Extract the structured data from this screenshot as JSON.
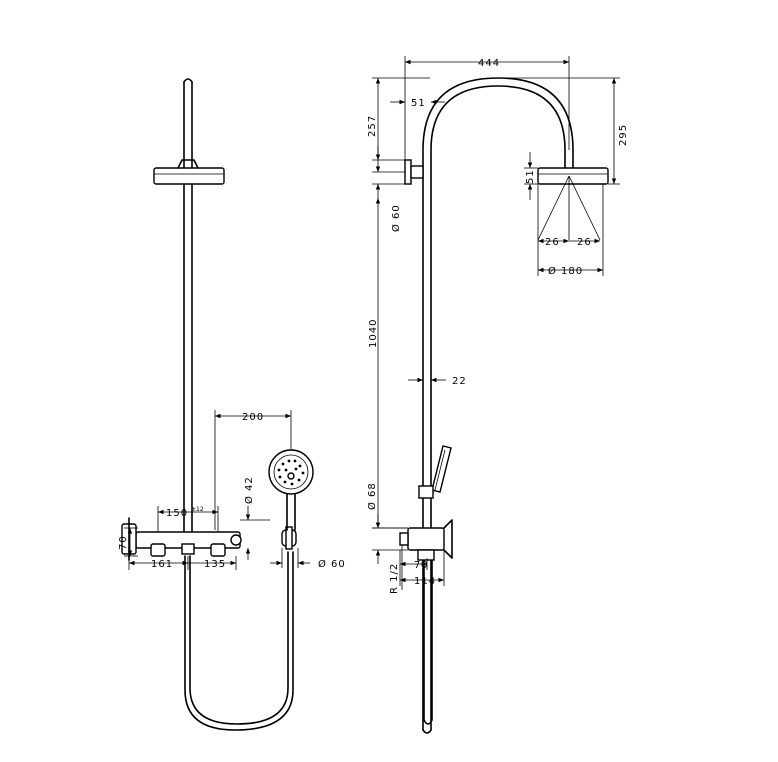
{
  "dimensions": {
    "d444": "444",
    "d51_top": "51",
    "d257": "257",
    "d295": "295",
    "d51_head": "51",
    "dia60_top": "Ø 60",
    "d26_left": "26",
    "d26_right": "26",
    "dia180": "Ø 180",
    "d1040": "1040",
    "d22": "22",
    "dia68": "Ø 68",
    "d79": "79",
    "d114": "114",
    "r12": "R 1/2",
    "d200": "200",
    "dia42": "Ø 42",
    "d150": "150",
    "d150_tol": "±12",
    "d70": "70",
    "d161": "161",
    "d135": "135",
    "dia60_holder": "Ø 60"
  }
}
